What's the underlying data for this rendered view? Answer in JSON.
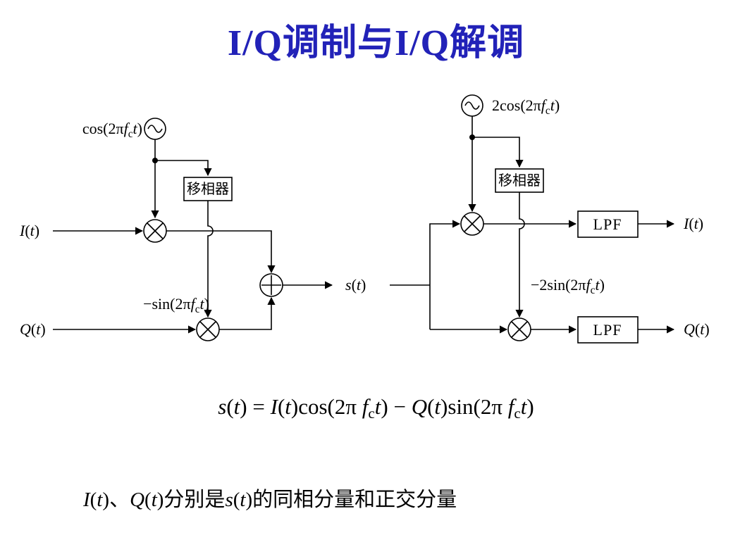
{
  "title": "I/Q调制与I/Q解调",
  "colors": {
    "title_blue": "#2222b8",
    "line": "#000000",
    "background": "#ffffff"
  },
  "modulator": {
    "osc_label": [
      {
        "t": "cos(2π"
      },
      {
        "t": "f",
        "i": true
      },
      {
        "t": "c",
        "sub": true
      },
      {
        "t": "t",
        "i": true
      },
      {
        "t": ")"
      }
    ],
    "phase_shifter_label": "移相器",
    "input_i": [
      {
        "t": "I",
        "i": true
      },
      {
        "t": "("
      },
      {
        "t": "t",
        "i": true
      },
      {
        "t": ")"
      }
    ],
    "input_q": [
      {
        "t": "Q",
        "i": true
      },
      {
        "t": "("
      },
      {
        "t": "t",
        "i": true
      },
      {
        "t": ")"
      }
    ],
    "carrier_q_label": [
      {
        "t": "−sin(2π"
      },
      {
        "t": "f",
        "i": true
      },
      {
        "t": "c",
        "sub": true
      },
      {
        "t": "t",
        "i": true
      },
      {
        "t": ")"
      }
    ],
    "output_label": [
      {
        "t": "s",
        "i": true
      },
      {
        "t": "("
      },
      {
        "t": "t",
        "i": true
      },
      {
        "t": ")"
      }
    ]
  },
  "demodulator": {
    "osc_label": [
      {
        "t": "2cos(2π"
      },
      {
        "t": "f",
        "i": true
      },
      {
        "t": "c",
        "sub": true
      },
      {
        "t": "t",
        "i": true
      },
      {
        "t": ")"
      }
    ],
    "phase_shifter_label": "移相器",
    "carrier_q_label": [
      {
        "t": "−2sin(2π"
      },
      {
        "t": "f",
        "i": true
      },
      {
        "t": "c",
        "sub": true
      },
      {
        "t": "t",
        "i": true
      },
      {
        "t": ")"
      }
    ],
    "lpf_top_label": "LPF",
    "lpf_bottom_label": "LPF",
    "output_i": [
      {
        "t": "I",
        "i": true
      },
      {
        "t": "("
      },
      {
        "t": "t",
        "i": true
      },
      {
        "t": ")"
      }
    ],
    "output_q": [
      {
        "t": "Q",
        "i": true
      },
      {
        "t": "("
      },
      {
        "t": "t",
        "i": true
      },
      {
        "t": ")"
      }
    ]
  },
  "equation": [
    {
      "t": "s",
      "i": true
    },
    {
      "t": "("
    },
    {
      "t": "t",
      "i": true
    },
    {
      "t": ") = "
    },
    {
      "t": "I",
      "i": true
    },
    {
      "t": "("
    },
    {
      "t": "t",
      "i": true
    },
    {
      "t": ")cos("
    },
    {
      "t": "2π "
    },
    {
      "t": "f",
      "i": true
    },
    {
      "t": "c",
      "sub": true
    },
    {
      "t": "t",
      "i": true
    },
    {
      "t": ") − "
    },
    {
      "t": "Q",
      "i": true
    },
    {
      "t": "("
    },
    {
      "t": "t",
      "i": true
    },
    {
      "t": ")sin("
    },
    {
      "t": "2π "
    },
    {
      "t": "f",
      "i": true
    },
    {
      "t": "c",
      "sub": true
    },
    {
      "t": "t",
      "i": true
    },
    {
      "t": ")"
    }
  ],
  "caption": [
    {
      "t": "I",
      "i": true
    },
    {
      "t": "("
    },
    {
      "t": "t",
      "i": true
    },
    {
      "t": ")、"
    },
    {
      "t": "Q",
      "i": true
    },
    {
      "t": "("
    },
    {
      "t": "t",
      "i": true
    },
    {
      "t": ")分别是"
    },
    {
      "t": "s",
      "i": true
    },
    {
      "t": "("
    },
    {
      "t": "t",
      "i": true
    },
    {
      "t": ")的同相分量和正交分量"
    }
  ]
}
